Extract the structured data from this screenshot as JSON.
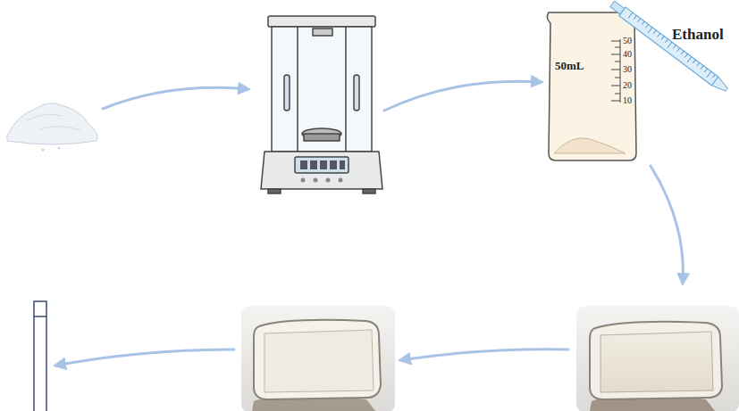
{
  "diagram": {
    "labels": [
      "Ethanol",
      "50mL",
      "50",
      "40",
      "30",
      "20",
      "10"
    ]
  }
}
